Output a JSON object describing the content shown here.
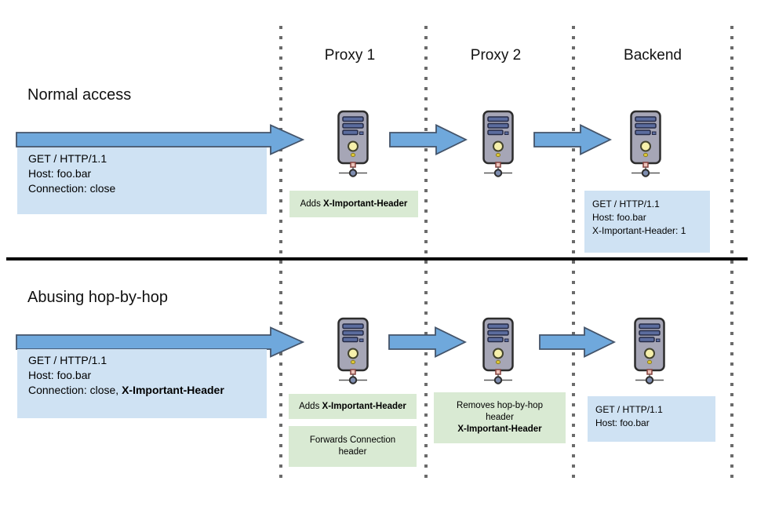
{
  "diagram": {
    "columns": [
      {
        "label": "Proxy 1"
      },
      {
        "label": "Proxy 2"
      },
      {
        "label": "Backend"
      }
    ],
    "normal": {
      "title": "Normal access",
      "request": {
        "line1": "GET / HTTP/1.1",
        "line2": "Host: foo.bar",
        "line3": "Connection: close"
      },
      "proxy1_note": {
        "prefix": "Adds ",
        "bold": "X-Important-Header"
      },
      "backend_request": {
        "line1": "GET / HTTP/1.1",
        "line2": "Host: foo.bar",
        "line3": "X-Important-Header: 1"
      }
    },
    "abuse": {
      "title": "Abusing hop-by-hop",
      "request": {
        "line1": "GET / HTTP/1.1",
        "line2": "Host: foo.bar",
        "line3_prefix": "Connection: close, ",
        "line3_bold": "X-Important-Header"
      },
      "proxy1_note1": {
        "prefix": "Adds ",
        "bold": "X-Important-Header"
      },
      "proxy1_note2": "Forwards Connection header",
      "proxy2_note": {
        "text": "Removes hop-by-hop header",
        "bold": "X-Important-Header"
      },
      "backend_request": {
        "line1": "GET / HTTP/1.1",
        "line2": "Host: foo.bar"
      }
    },
    "colors": {
      "request_box": "#cfe2f3",
      "note_box": "#d9ead3",
      "arrow_fill": "#6fa8dc",
      "arrow_stroke": "#44546a",
      "divider": "#000000"
    }
  }
}
